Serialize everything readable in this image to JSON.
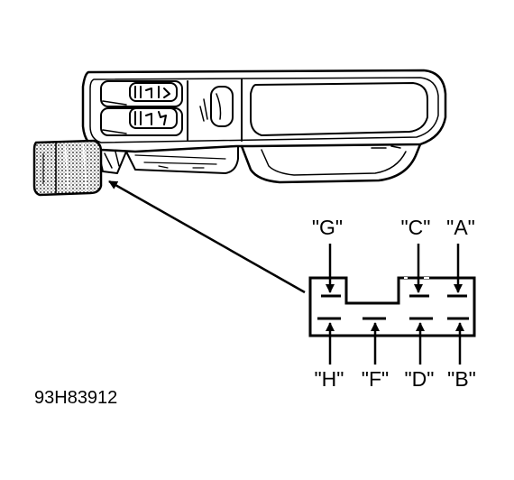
{
  "terminals": {
    "top": [
      {
        "label": "\"G\""
      },
      {
        "label": "\"C\""
      },
      {
        "label": "\"A\""
      }
    ],
    "bottom": [
      {
        "label": "\"H\""
      },
      {
        "label": "\"F\""
      },
      {
        "label": "\"D\""
      },
      {
        "label": "\"B\""
      }
    ]
  },
  "reference_code": "93H83912",
  "colors": {
    "line": "#000000",
    "background": "#ffffff",
    "hatch": "#222222"
  }
}
